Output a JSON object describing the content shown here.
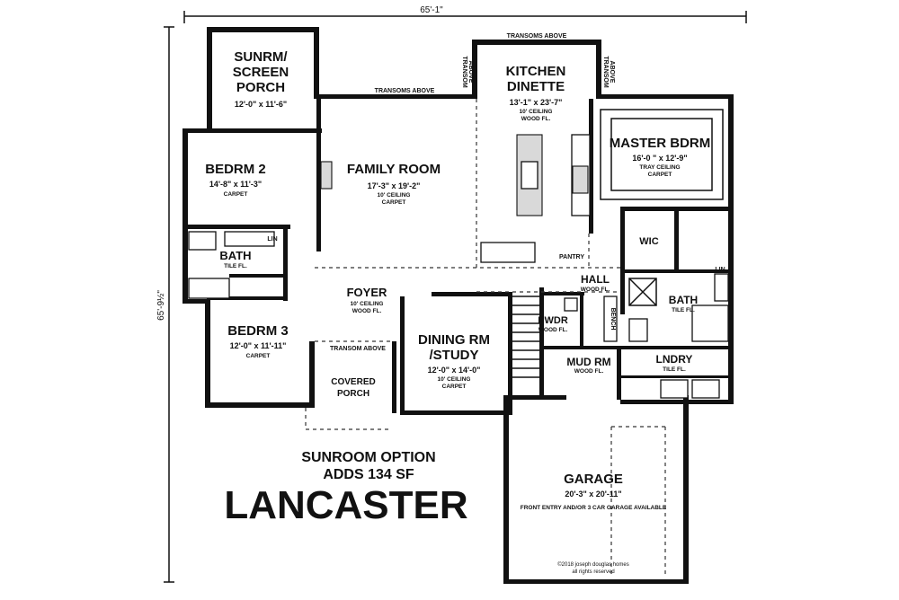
{
  "overall": {
    "width": "65'-1\"",
    "depth": "65'-9½\""
  },
  "rooms": {
    "sunroom": {
      "name_1": "SUNRM/",
      "name_2": "SCREEN",
      "name_3": "PORCH",
      "dims": "12'-0\" x 11'-6\""
    },
    "kitchen": {
      "name_1": "KITCHEN",
      "name_2": "DINETTE",
      "dims": "13'-1\" x 23'-7\"",
      "note_1": "10' CEILING",
      "note_2": "WOOD FL."
    },
    "master": {
      "name": "MASTER BDRM",
      "dims": "16'-0 \" x 12'-9\"",
      "note_1": "TRAY CEILING",
      "note_2": "CARPET"
    },
    "bedroom2": {
      "name": "BEDRM 2",
      "dims": "14'-8\" x 11'-3\"",
      "note": "CARPET"
    },
    "family": {
      "name": "FAMILY ROOM",
      "dims": "17'-3\" x 19'-2\"",
      "note_1": "10' CEILING",
      "note_2": "CARPET"
    },
    "bath1": {
      "name": "BATH",
      "note": "TILE FL."
    },
    "foyer": {
      "name": "FOYER",
      "note_1": "10' CEILING",
      "note_2": "WOOD FL."
    },
    "bedroom3": {
      "name": "BEDRM 3",
      "dims": "12'-0\" x 11'-11\"",
      "note": "CARPET"
    },
    "dining": {
      "name_1": "DINING RM",
      "name_2": "/STUDY",
      "dims": "12'-0\" x 14'-0\"",
      "note_1": "10' CEILING",
      "note_2": "CARPET"
    },
    "hall": {
      "name": "HALL",
      "note": "WOOD FL."
    },
    "powder": {
      "name": "PWDR",
      "note": "WOOD FL."
    },
    "mudroom": {
      "name": "MUD RM",
      "note": "WOOD FL."
    },
    "bath2": {
      "name": "BATH",
      "note": "TILE FL."
    },
    "laundry": {
      "name": "LNDRY",
      "note": "TILE FL."
    },
    "wic": {
      "name": "WIC"
    },
    "pantry": {
      "name": "PANTRY"
    },
    "porch": {
      "name_1": "COVERED",
      "name_2": "PORCH"
    },
    "garage": {
      "name": "GARAGE",
      "dims": "20'-3\" x 20'-11\"",
      "note": "FRONT ENTRY AND/OR 3 CAR GARAGE AVAILABLE"
    }
  },
  "annotations": {
    "transoms_above_top": "TRANSOMS ABOVE",
    "transoms_above_sunroom": "TRANSOMS ABOVE",
    "transom_above_left_1": "TRANSOM",
    "transom_above_left_2": "ABOVE",
    "transom_above_right_1": "TRANSOM",
    "transom_above_right_2": "ABOVE",
    "transom_above_porch": "TRANSOM ABOVE",
    "lin_1": "LIN",
    "lin_2": "LIN",
    "bench": "BENCH"
  },
  "option": {
    "line_1": "SUNROOM OPTION",
    "line_2": "ADDS 134 SF"
  },
  "plan_name": "LANCASTER",
  "copyright": {
    "line_1": "©2018 joseph douglas homes",
    "line_2": "all rights reserved"
  }
}
